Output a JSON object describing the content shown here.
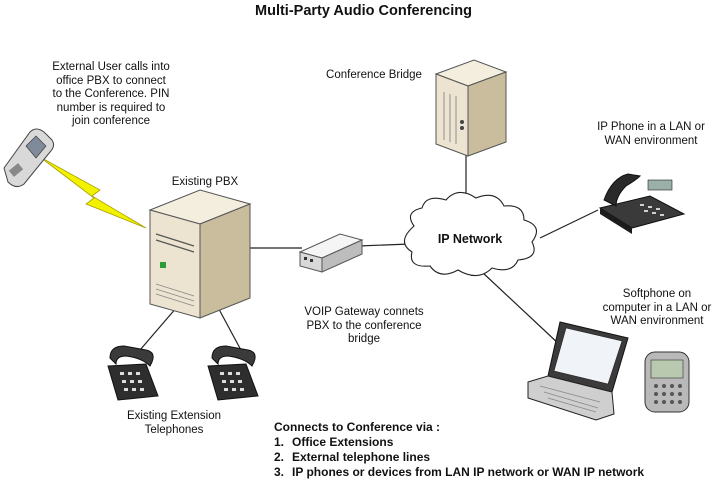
{
  "title": "Multi-Party Audio Conferencing",
  "labels": {
    "external_user": "External User calls into\noffice PBX to connect\nto the Conference. PIN\nnumber is required to\njoin conference",
    "conference_bridge": "Conference Bridge",
    "ip_phone": "IP Phone in a LAN or\nWAN environment",
    "existing_pbx": "Existing PBX",
    "ip_network": "IP Network",
    "voip_gateway": "VOIP Gateway connets\nPBX to the conference\nbridge",
    "softphone": "Softphone on\ncomputer in a LAN or\nWAN environment",
    "extension_telephones": "Existing Extension\nTelephones"
  },
  "connects": {
    "heading": "Connects to Conference via :",
    "items": [
      {
        "num": "1.",
        "text": "Office Extensions"
      },
      {
        "num": "2.",
        "text": "External telephone lines"
      },
      {
        "num": "3.",
        "text": "IP phones or devices from LAN IP network or WAN IP network"
      }
    ]
  },
  "colors": {
    "lightning": "#f2f200",
    "server_body": "#ece4d0",
    "server_shadow": "#c9bd9e",
    "line": "#222222",
    "cloud_fill": "#ffffff"
  }
}
